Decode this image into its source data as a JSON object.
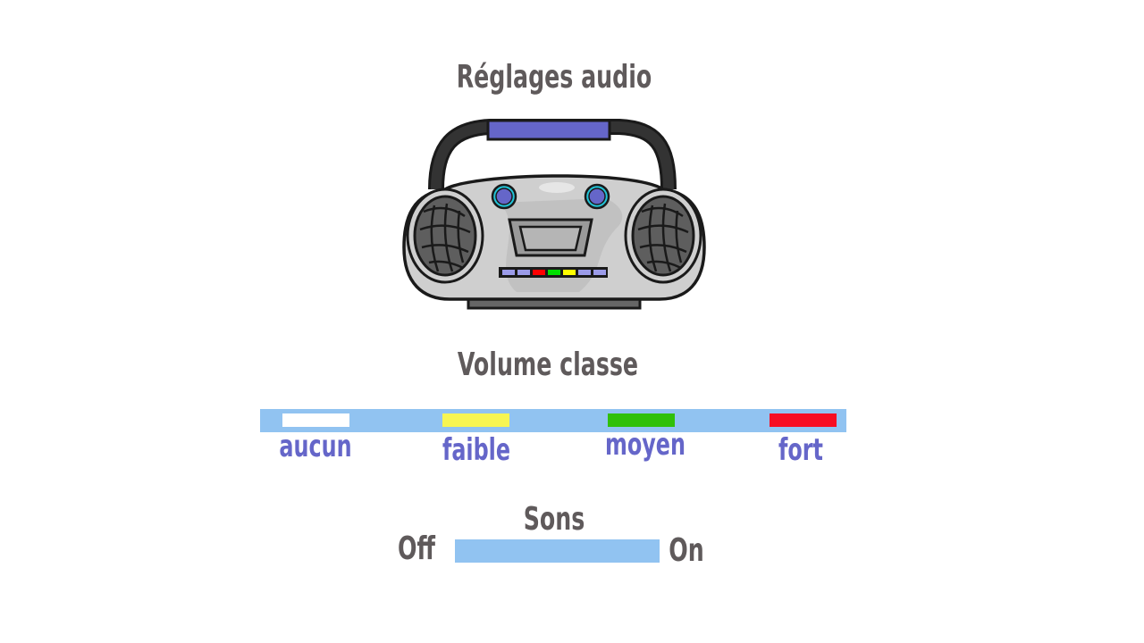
{
  "header": {
    "title": "Réglages audio"
  },
  "boombox": {
    "icon": "boombox-icon",
    "colors": {
      "handle": "#6566c9",
      "body": "#cfcfcf",
      "knob": "#6566c9",
      "knob_ring": "#22c4d8",
      "speaker": "#5e5e5e"
    },
    "leds": [
      "#9b9be8",
      "#9b9be8",
      "#ff0000",
      "#00e000",
      "#ffff00",
      "#9b9be8",
      "#9b9be8"
    ]
  },
  "volume": {
    "title": "Volume classe",
    "bar_color": "#91c3f1",
    "label_color": "#6566c9",
    "levels": [
      {
        "label": "aucun",
        "color": "#ffffff"
      },
      {
        "label": "faible",
        "color": "#f7f552"
      },
      {
        "label": "moyen",
        "color": "#30c00a"
      },
      {
        "label": "fort",
        "color": "#f70d22"
      }
    ]
  },
  "sounds": {
    "title": "Sons",
    "off_label": "Off",
    "on_label": "On",
    "bar_color": "#91c3f1"
  }
}
